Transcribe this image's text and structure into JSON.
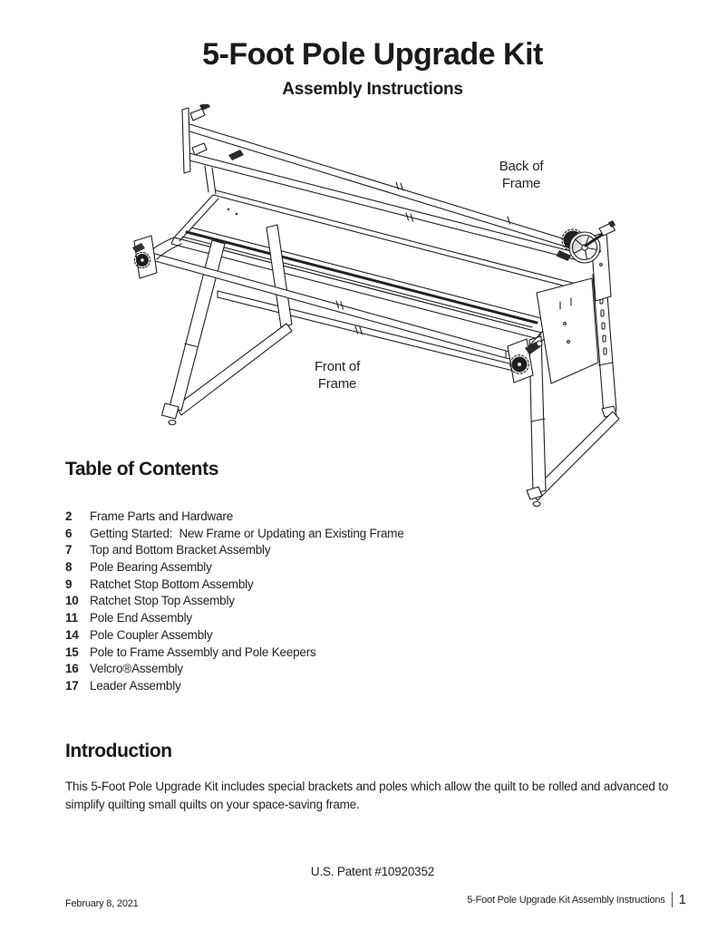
{
  "page": {
    "title": "5-Foot Pole Upgrade Kit",
    "subtitle": "Assembly Instructions"
  },
  "diagram": {
    "back_label": [
      "Back of",
      "Frame"
    ],
    "front_label": [
      "Front of",
      "Frame"
    ]
  },
  "toc": {
    "heading": "Table of Contents",
    "items": [
      {
        "page": "2",
        "title": "Frame Parts and Hardware"
      },
      {
        "page": "6",
        "title": "Getting Started:  New Frame or Updating an Existing Frame"
      },
      {
        "page": "7",
        "title": "Top and Bottom Bracket Assembly"
      },
      {
        "page": "8",
        "title": "Pole Bearing Assembly"
      },
      {
        "page": "9",
        "title": "Ratchet Stop Bottom Assembly"
      },
      {
        "page": "10",
        "title": "Ratchet Stop Top Assembly"
      },
      {
        "page": "11",
        "title": "Pole End Assembly"
      },
      {
        "page": "14",
        "title": "Pole Coupler Assembly"
      },
      {
        "page": "15",
        "title": "Pole to Frame Assembly and Pole Keepers"
      },
      {
        "page": "16",
        "title": "Velcro®Assembly"
      },
      {
        "page": "17",
        "title": "Leader Assembly"
      }
    ]
  },
  "introduction": {
    "heading": "Introduction",
    "body": "This 5-Foot Pole Upgrade Kit includes special brackets and poles which allow the quilt to be rolled and advanced to simplify quilting small quilts on your space-saving frame."
  },
  "patent_line": "U.S. Patent #10920352",
  "footer": {
    "date": "February 8, 2021",
    "document_title": "5-Foot Pole Upgrade Kit Assembly Instructions",
    "page_number": "1"
  },
  "colors": {
    "text": "#231f20",
    "line": "#1f1f1f",
    "background": "#ffffff"
  }
}
